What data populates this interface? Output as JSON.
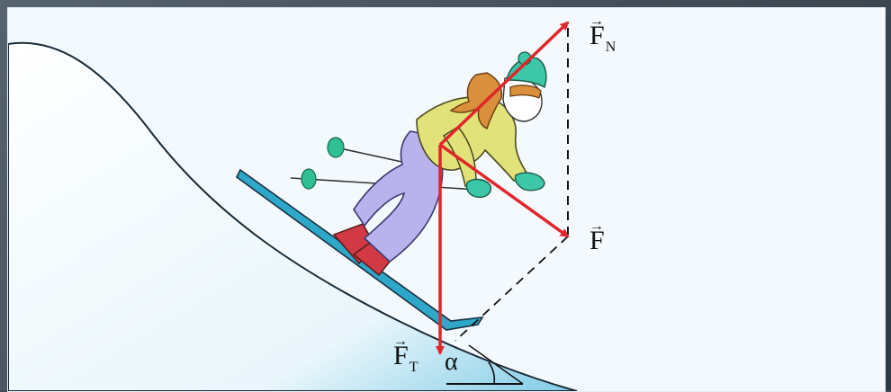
{
  "labels": {
    "force_normal": {
      "main": "F",
      "sub": "N"
    },
    "force_net": {
      "main": "F",
      "sub": ""
    },
    "force_gravity": {
      "main": "F",
      "sub": "T"
    },
    "angle": "α",
    "vector_arrow": "→"
  },
  "colors": {
    "force_arrows": "#e0262b",
    "snow_shade": "#7fcbe6",
    "jacket": "#e2e27a",
    "pants": "#b9b2ec",
    "boots": "#d13a45",
    "hat_and_gloves": "#3cc7a8",
    "hair": "#d98f3c"
  }
}
